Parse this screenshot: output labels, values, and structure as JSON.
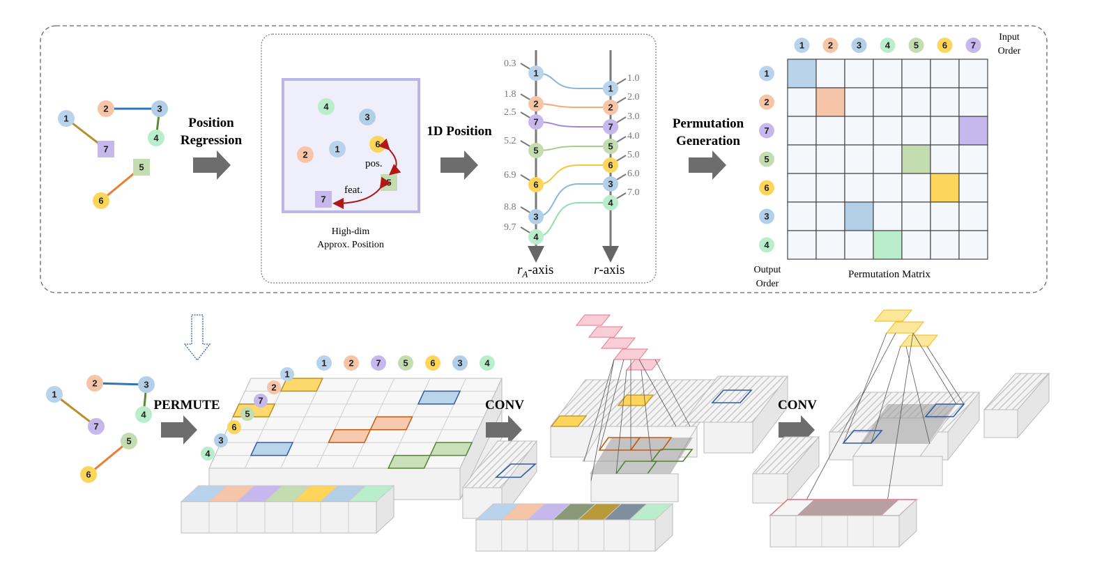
{
  "colors": {
    "1": "#b9d3ec",
    "2": "#f6c4a6",
    "3": "#b3cfe8",
    "4": "#b9edcb",
    "5": "#c4ddb0",
    "6": "#fcd55a",
    "7": "#c6b8ec"
  },
  "top": {
    "position_regression_line1": "Position",
    "position_regression_line2": "Regression",
    "one_d_position": "1D Position",
    "permutation_generation_line1": "Permutation",
    "permutation_generation_line2": "Generation",
    "highdim_line1": "High-dim",
    "highdim_line2": "Approx. Position",
    "pos_label": "pos.",
    "feat_label": "feat.",
    "ra_axis_label": "-axis",
    "r_axis_label": "-axis",
    "ra_axis_var": "r",
    "ra_axis_sub": "A",
    "r_axis_var": "r",
    "left_ticks": [
      "0.3",
      "1.8",
      "2.5",
      "5.2",
      "6.9",
      "8.8",
      "9.7"
    ],
    "left_order": [
      "1",
      "2",
      "7",
      "5",
      "6",
      "3",
      "4"
    ],
    "right_ticks": [
      "1.0",
      "2.0",
      "3.0",
      "4.0",
      "5.0",
      "6.0",
      "7.0"
    ],
    "right_order": [
      "1",
      "2",
      "7",
      "5",
      "6",
      "3",
      "4"
    ],
    "input_order_line1": "Input",
    "input_order_line2": "Order",
    "output_order_line1": "Output",
    "output_order_line2": "Order",
    "permutation_matrix_label": "Permutation Matrix",
    "matrix_columns": [
      "1",
      "2",
      "3",
      "4",
      "5",
      "6",
      "7"
    ],
    "matrix_rows": [
      "1",
      "2",
      "7",
      "5",
      "6",
      "3",
      "4"
    ]
  },
  "bottom": {
    "permute_label": "PERMUTE",
    "conv1_label": "CONV",
    "conv2_label": "CONV",
    "column_order": [
      "1",
      "2",
      "7",
      "5",
      "6",
      "3",
      "4"
    ],
    "row_order": [
      "1",
      "2",
      "7",
      "5",
      "6",
      "3",
      "4"
    ]
  },
  "graph_nodes": [
    "1",
    "2",
    "3",
    "4",
    "5",
    "6",
    "7"
  ]
}
